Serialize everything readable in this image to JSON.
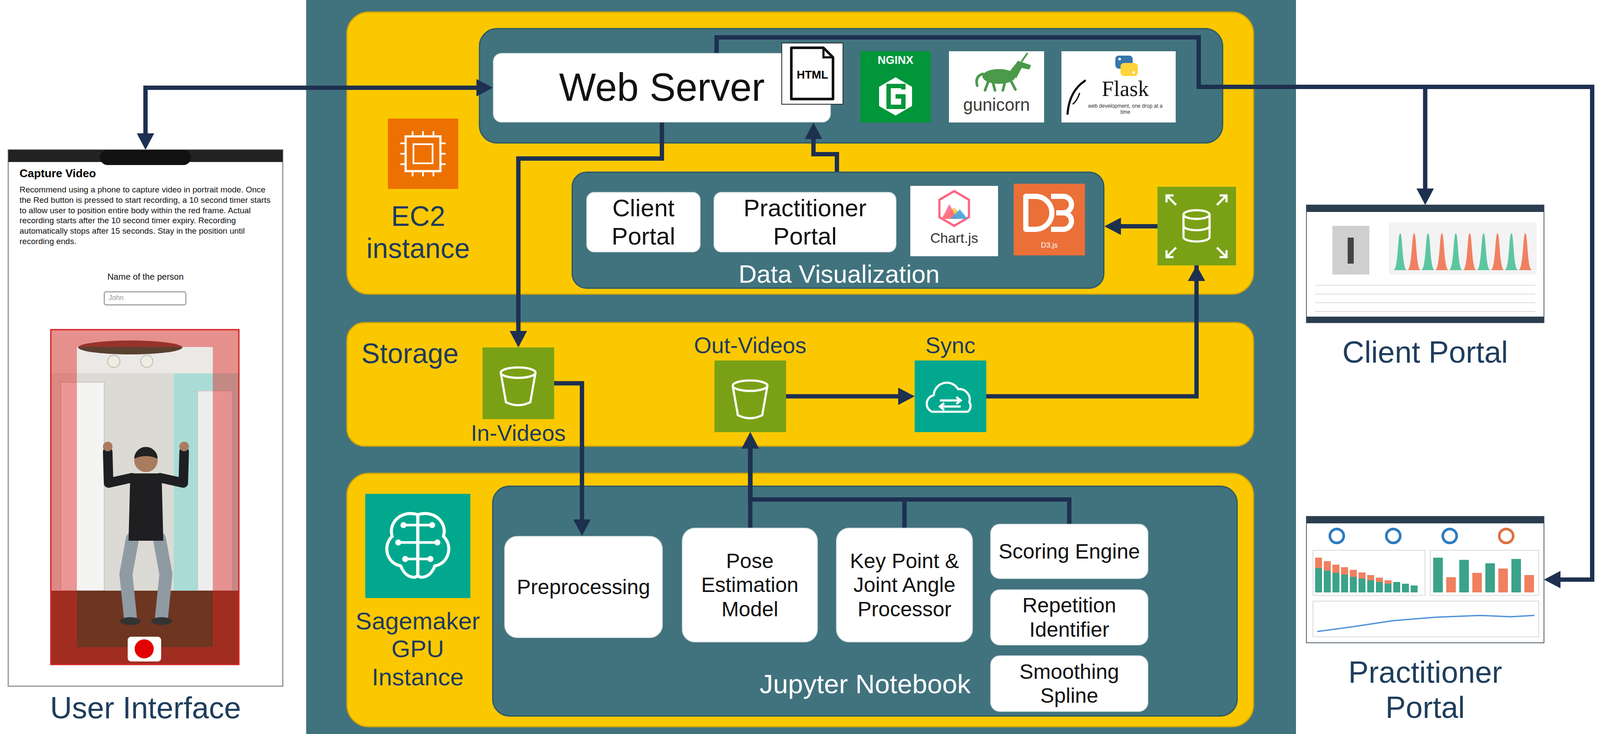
{
  "diagram": {
    "nodes": [
      {
        "text": [
          "User Interface"
        ]
      },
      {
        "text": [
          "EC2 instance"
        ]
      },
      {
        "text": [
          "Web Server"
        ],
        "in": 1
      },
      {
        "text": [
          "Data Visualization"
        ],
        "in": 1
      },
      {
        "text": [
          "Client Portal"
        ],
        "in": 3
      },
      {
        "text": [
          "Practitioner Portal"
        ],
        "in": 3
      },
      {
        "text": [
          "Storage"
        ]
      },
      {
        "text": [
          "In-Videos"
        ],
        "in": 6
      },
      {
        "text": [
          "Out-Videos"
        ],
        "in": 6
      },
      {
        "text": [
          "Sync"
        ],
        "in": 6
      },
      {
        "text": [
          "Sagemaker GPU Instance"
        ]
      },
      {
        "text": [
          "Jupyter Notebook"
        ],
        "in": 10
      },
      {
        "text": [
          "Preprocessing"
        ],
        "in": 11
      },
      {
        "text": [
          "Pose Estimation Model"
        ],
        "in": 11
      },
      {
        "text": [
          "Key Point & Joint Angle Processor"
        ],
        "in": 11
      },
      {
        "text": [
          "Scoring Engine"
        ],
        "in": 11
      },
      {
        "text": [
          "Repetition Identifier"
        ],
        "in": 11
      },
      {
        "text": [
          "Smoothing Spline"
        ],
        "in": 11
      },
      {
        "text": [
          "Client Portal"
        ]
      },
      {
        "text": [
          "Practitioner Portal"
        ]
      }
    ],
    "edges": [
      {
        "from": 2,
        "to": 0,
        "arrow": "both"
      },
      {
        "from": 2,
        "to": 7,
        "arrow": "to"
      },
      {
        "from": 7,
        "to": 12,
        "arrow": "to"
      },
      {
        "from": 13,
        "to": 8,
        "arrow": "to"
      },
      {
        "from": 14,
        "to": 8,
        "arrow": "to"
      },
      {
        "from": 15,
        "to": 8,
        "arrow": "to"
      },
      {
        "from": 8,
        "to": 9,
        "arrow": "to"
      },
      {
        "from": 9,
        "to": 3,
        "arrow": "to"
      },
      {
        "from": 3,
        "to": 2,
        "arrow": "to"
      },
      {
        "from": 2,
        "to": 18,
        "arrow": "to"
      },
      {
        "from": 2,
        "to": 19,
        "arrow": "to"
      }
    ],
    "labels": [
      "HTML",
      "NGINX",
      "gunicorn",
      "Flask",
      "web development, one drop at a time",
      "Chart.js",
      "D3.js",
      "Capture Video",
      "Recommend using a phone to capture video in portrait mode. Once the Red button is pressed to start recording, a 10 second timer starts to allow user to position entire body within the red frame. Actual recording starts after the 10 second timer expiry. Recording automatically stops after 15 seconds. Stay in the position until recording ends.",
      "Name of the person",
      "John"
    ]
  }
}
